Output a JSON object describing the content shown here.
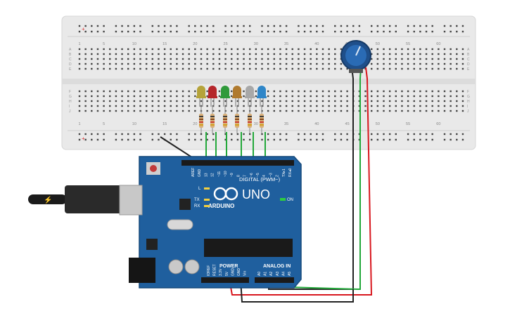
{
  "breadboard": {
    "column_numbers": [
      "1",
      "5",
      "10",
      "15",
      "20",
      "25",
      "30",
      "35",
      "40",
      "45",
      "50",
      "55",
      "60"
    ],
    "row_letters_top": [
      "A",
      "B",
      "C",
      "D",
      "E"
    ],
    "row_letters_bottom": [
      "F",
      "G",
      "H",
      "I",
      "J"
    ],
    "rail_plus": "+",
    "rail_minus": "−"
  },
  "leds": [
    {
      "color": "#b5a33a"
    },
    {
      "color": "#b5252a"
    },
    {
      "color": "#2f9a3a"
    },
    {
      "color": "#b07a2e"
    },
    {
      "color": "#a8a8a8"
    },
    {
      "color": "#2f86c8"
    }
  ],
  "arduino": {
    "brand": "ARDUINO",
    "model": "UNO",
    "digital_label": "DIGITAL (PWM~)",
    "power_label": "POWER",
    "analog_label": "ANALOG IN",
    "on_label": "ON",
    "l_label": "L",
    "tx_label": "TX",
    "rx_label": "RX",
    "digital_pins": [
      "AREF",
      "GND",
      "13",
      "12",
      "~11",
      "~10",
      "~9",
      "8",
      "7",
      "~6",
      "~5",
      "4",
      "~3",
      "2",
      "TX▸1",
      "RX◂0"
    ],
    "power_pins": [
      "IOREF",
      "RESET",
      "3.3V",
      "5V",
      "GND",
      "GND",
      "Vin"
    ],
    "analog_pins": [
      "A0",
      "A1",
      "A2",
      "A3",
      "A4",
      "A5"
    ]
  },
  "colors": {
    "board_blue": "#1f5f9e",
    "breadboard": "#e9e9e9",
    "wire_green": "#23a83a",
    "wire_red": "#d8171e",
    "wire_black": "#222222"
  }
}
